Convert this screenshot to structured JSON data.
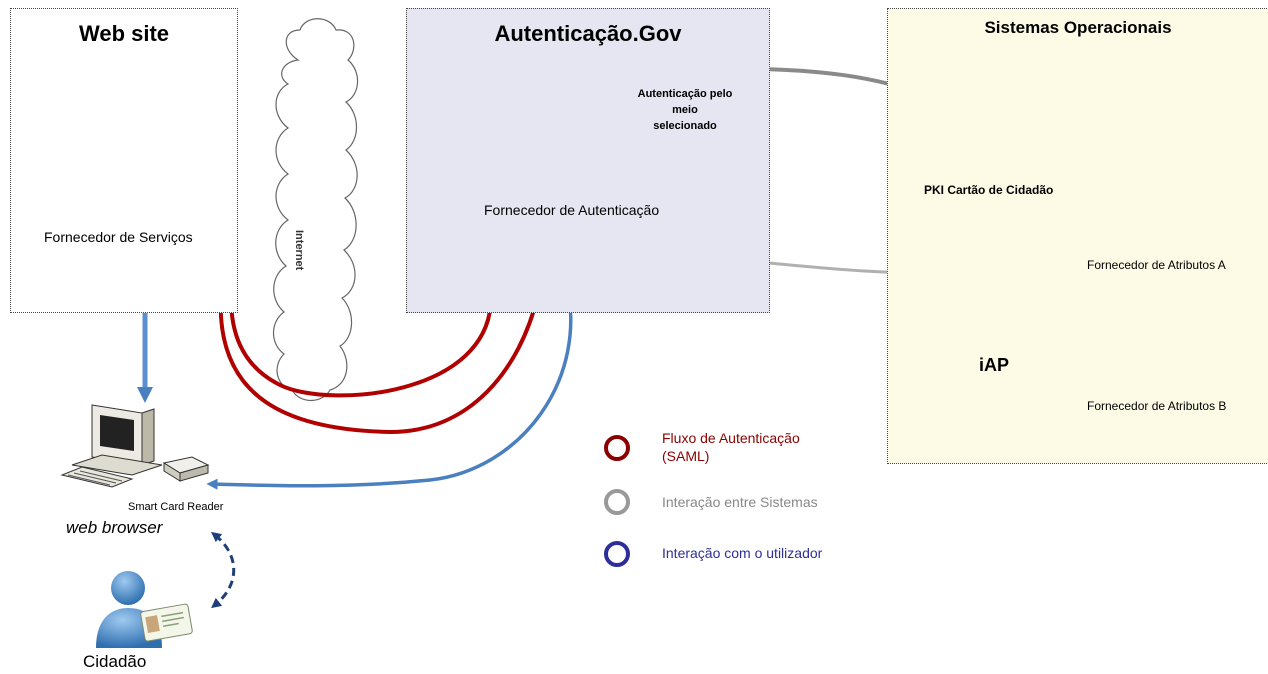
{
  "colors": {
    "saml": "#a00000",
    "systems": "#999999",
    "user": "#4a7fc0",
    "user_dashed": "#1f3f7a",
    "auth_box_bg": "#e6e6f2",
    "ops_box_bg": "#fdfbe6"
  },
  "web_site": {
    "title": "Web site",
    "provider_label": "Fornecedor de Serviços",
    "server_icon": "server-firewall-icon"
  },
  "internet": {
    "label": "Internet",
    "icon": "cloud-icon"
  },
  "auth_gov": {
    "title": "Autenticação.Gov",
    "auth_note_lines": [
      "Autenticação pelo",
      "meio",
      "selecionado"
    ],
    "provider_label": "Fornecedor de Autenticação",
    "server_icon": "server-globe-lock-icon"
  },
  "ops": {
    "title": "Sistemas Operacionais",
    "pki_label": "PKI Cartão de Cidadão",
    "iap_label": "iAP",
    "attr_a_label": "Fornecedor de Atributos A",
    "attr_b_label": "Fornecedor de Atributos B"
  },
  "client": {
    "browser_label": "web browser",
    "card_reader_label": "Smart Card Reader",
    "citizen_label": "Cidadão"
  },
  "legend": [
    {
      "label_lines": [
        "Fluxo de Autenticação",
        "(SAML)"
      ],
      "color": "#a00000",
      "text_color": "#8b0000"
    },
    {
      "label_lines": [
        "Interação entre Sistemas"
      ],
      "color": "#999999",
      "text_color": "#888888"
    },
    {
      "label_lines": [
        "Interação com o utilizador"
      ],
      "color": "#2e2e9a",
      "text_color": "#2e2e9a"
    }
  ]
}
